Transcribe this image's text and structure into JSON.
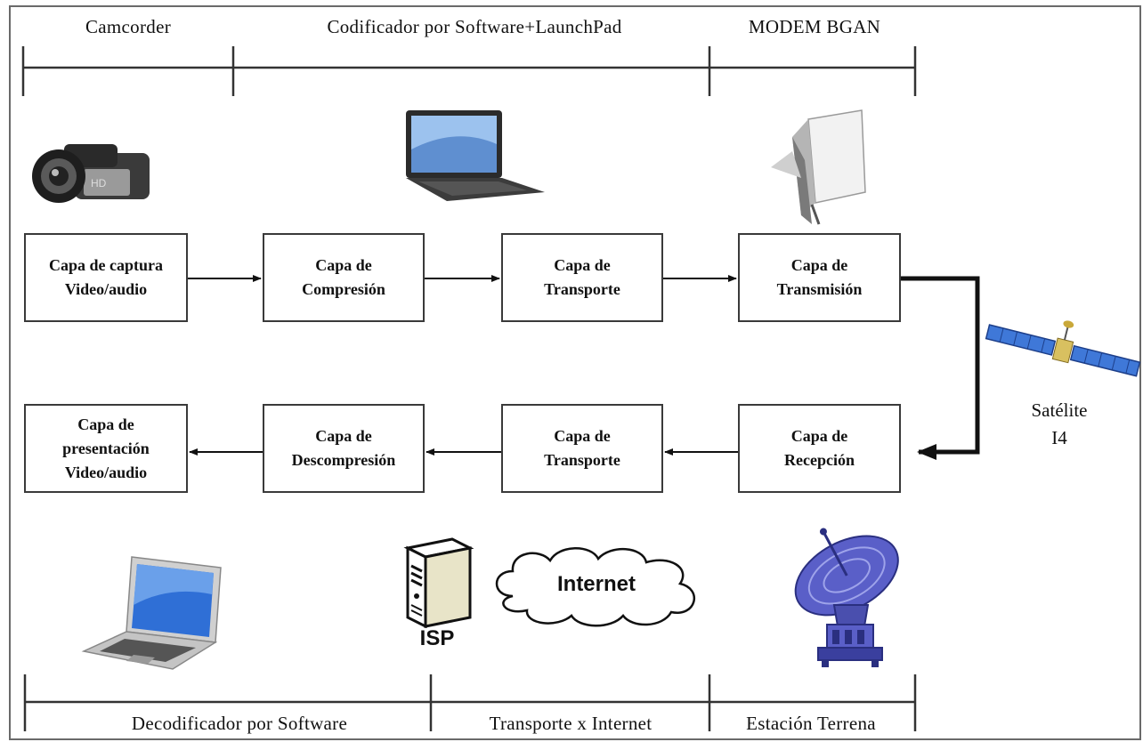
{
  "top_segments": [
    "Camcorder",
    "Codificador por Software+LaunchPad",
    "MODEM BGAN"
  ],
  "bottom_segments": [
    "Decodificador por Software",
    "Transporte x Internet",
    "Estación Terrena"
  ],
  "top_row": [
    {
      "line1": "Capa de captura",
      "line2": "Video/audio"
    },
    {
      "line1": "Capa de",
      "line2": "Compresión"
    },
    {
      "line1": "Capa de",
      "line2": "Transporte"
    },
    {
      "line1": "Capa de",
      "line2": "Transmisión"
    }
  ],
  "bottom_row": [
    {
      "line1": "Capa de",
      "line2": "presentación",
      "line3": "Video/audio"
    },
    {
      "line1": "Capa de",
      "line2": "Descompresión"
    },
    {
      "line1": "Capa de",
      "line2": "Transporte"
    },
    {
      "line1": "Capa de",
      "line2": "Recepción"
    }
  ],
  "satellite": {
    "line1": "Satélite",
    "line2": "I4"
  },
  "isp_label": "ISP",
  "cloud_label": "Internet",
  "icons": [
    "camcorder-icon",
    "laptop-icon",
    "bgan-modem-icon",
    "satellite-icon",
    "laptop-icon",
    "server-icon",
    "cloud-icon",
    "satellite-dish-icon"
  ],
  "colors": {
    "arrow": "#111111",
    "box_border": "#3a3a3a",
    "screen_blue": "#2f6fd6",
    "satellite_panel": "#3f78d8",
    "dish": "#5a5fc8"
  }
}
